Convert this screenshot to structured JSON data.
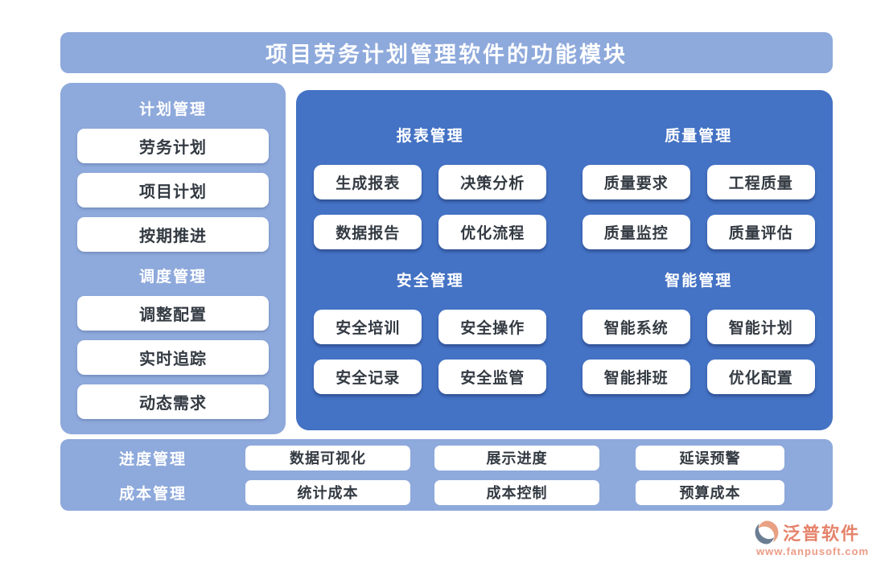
{
  "title": "项目劳务计划管理软件的功能模块",
  "colors": {
    "light_blue": "#8EA9DB",
    "main_blue": "#4472C4",
    "button_text": "#333a42",
    "brand_salmon": "#E5836B"
  },
  "sidebar": {
    "sections": [
      {
        "label": "计划管理",
        "items": [
          "劳务计划",
          "项目计划",
          "按期推进"
        ]
      },
      {
        "label": "调度管理",
        "items": [
          "调整配置",
          "实时追踪",
          "动态需求"
        ]
      }
    ]
  },
  "main": {
    "sections": [
      {
        "label": "报表管理",
        "items": [
          "生成报表",
          "决策分析",
          "数据报告",
          "优化流程"
        ]
      },
      {
        "label": "质量管理",
        "items": [
          "质量要求",
          "工程质量",
          "质量监控",
          "质量评估"
        ]
      },
      {
        "label": "安全管理",
        "items": [
          "安全培训",
          "安全操作",
          "安全记录",
          "安全监管"
        ]
      },
      {
        "label": "智能管理",
        "items": [
          "智能系统",
          "智能计划",
          "智能排班",
          "优化配置"
        ]
      }
    ]
  },
  "bottom": {
    "rows": [
      {
        "label": "进度管理",
        "items": [
          "数据可视化",
          "展示进度",
          "延误预警"
        ]
      },
      {
        "label": "成本管理",
        "items": [
          "统计成本",
          "成本控制",
          "预算成本"
        ]
      }
    ]
  },
  "footer": {
    "brand": "泛普软件",
    "url": "www.fanpusoft.com",
    "logo_icon": "fanpu-logo-icon"
  }
}
